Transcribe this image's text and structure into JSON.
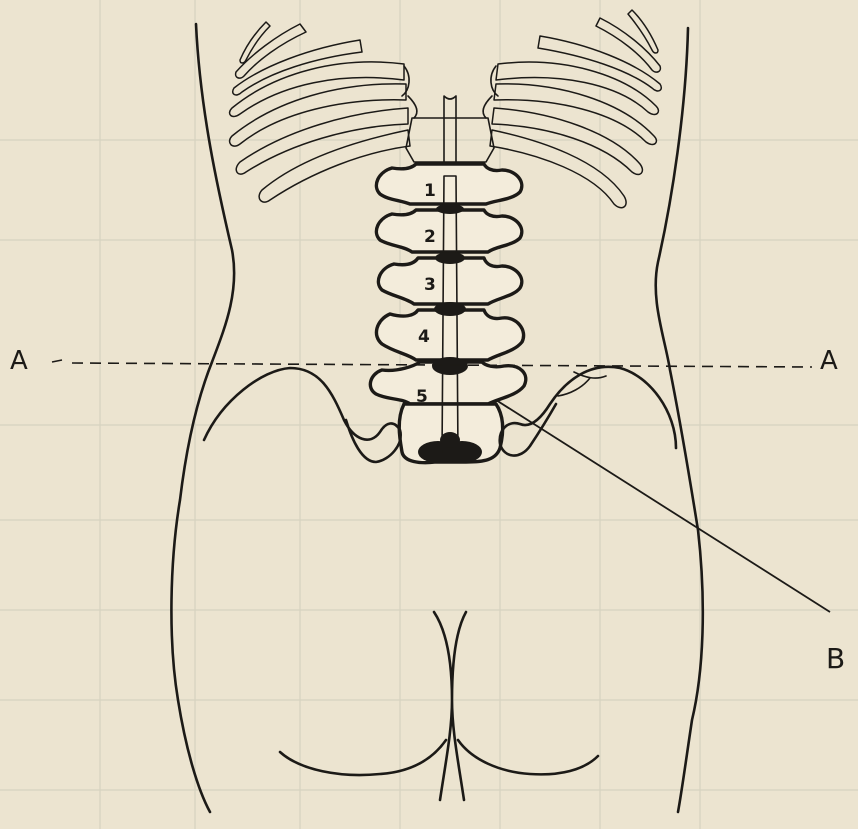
{
  "labels": {
    "line_left": "A",
    "line_right": "A",
    "pointer": "B"
  },
  "vertebrae": [
    "1",
    "2",
    "3",
    "4",
    "5"
  ],
  "colors": {
    "paper": "#ece4d0",
    "grid": "#d6d2c0",
    "ink": "#1c1a17"
  }
}
